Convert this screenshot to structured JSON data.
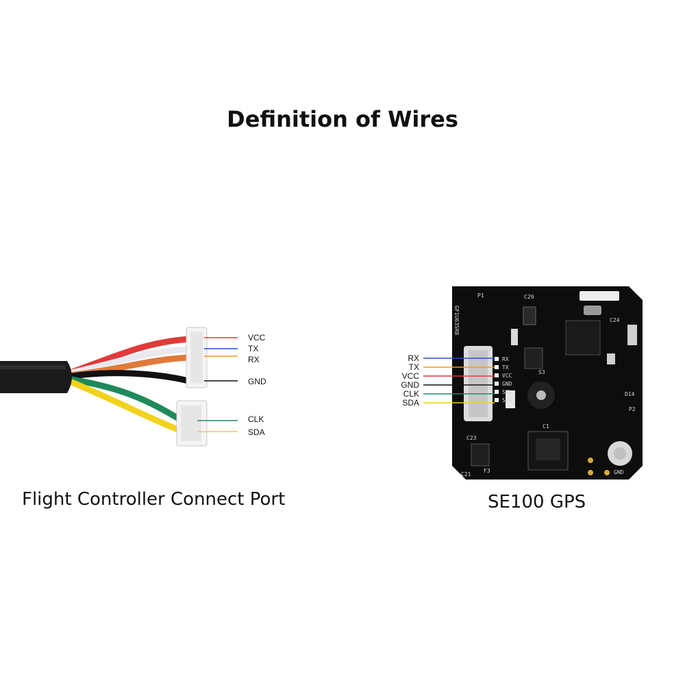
{
  "title": "Definition of Wires",
  "left_caption": "Flight Controller Connect Port",
  "right_caption": "SE100 GPS",
  "cable_wires": [
    {
      "label": "VCC",
      "color": "#e03a3a"
    },
    {
      "label": "TX",
      "color": "#1f4fd6"
    },
    {
      "label": "RX",
      "color": "#f29a1c"
    },
    {
      "label": "GND",
      "color": "#111111"
    },
    {
      "label": "CLK",
      "color": "#1e8a5a"
    },
    {
      "label": "SDA",
      "color": "#f2d21c"
    }
  ],
  "gps_pins": [
    {
      "label": "RX",
      "color": "#1f4fd6"
    },
    {
      "label": "TX",
      "color": "#f29a1c"
    },
    {
      "label": "VCC",
      "color": "#e03a3a"
    },
    {
      "label": "GND",
      "color": "#111111"
    },
    {
      "label": "CLK",
      "color": "#1e8a5a"
    },
    {
      "label": "SDA",
      "color": "#f2d21c"
    }
  ],
  "board_pin_labels": [
    "RX",
    "TX",
    "VCC",
    "GND",
    "SCL",
    "SDA"
  ],
  "silkscreen": {
    "c29": "C29",
    "p1": "P1",
    "c24": "C24",
    "d14": "D14",
    "p2": "P2",
    "s3": "S3",
    "c1": "C1",
    "c23": "C23",
    "c21": "C21",
    "f3": "F3",
    "gnd": "GND",
    "vertical": "GF1U63SR8"
  }
}
